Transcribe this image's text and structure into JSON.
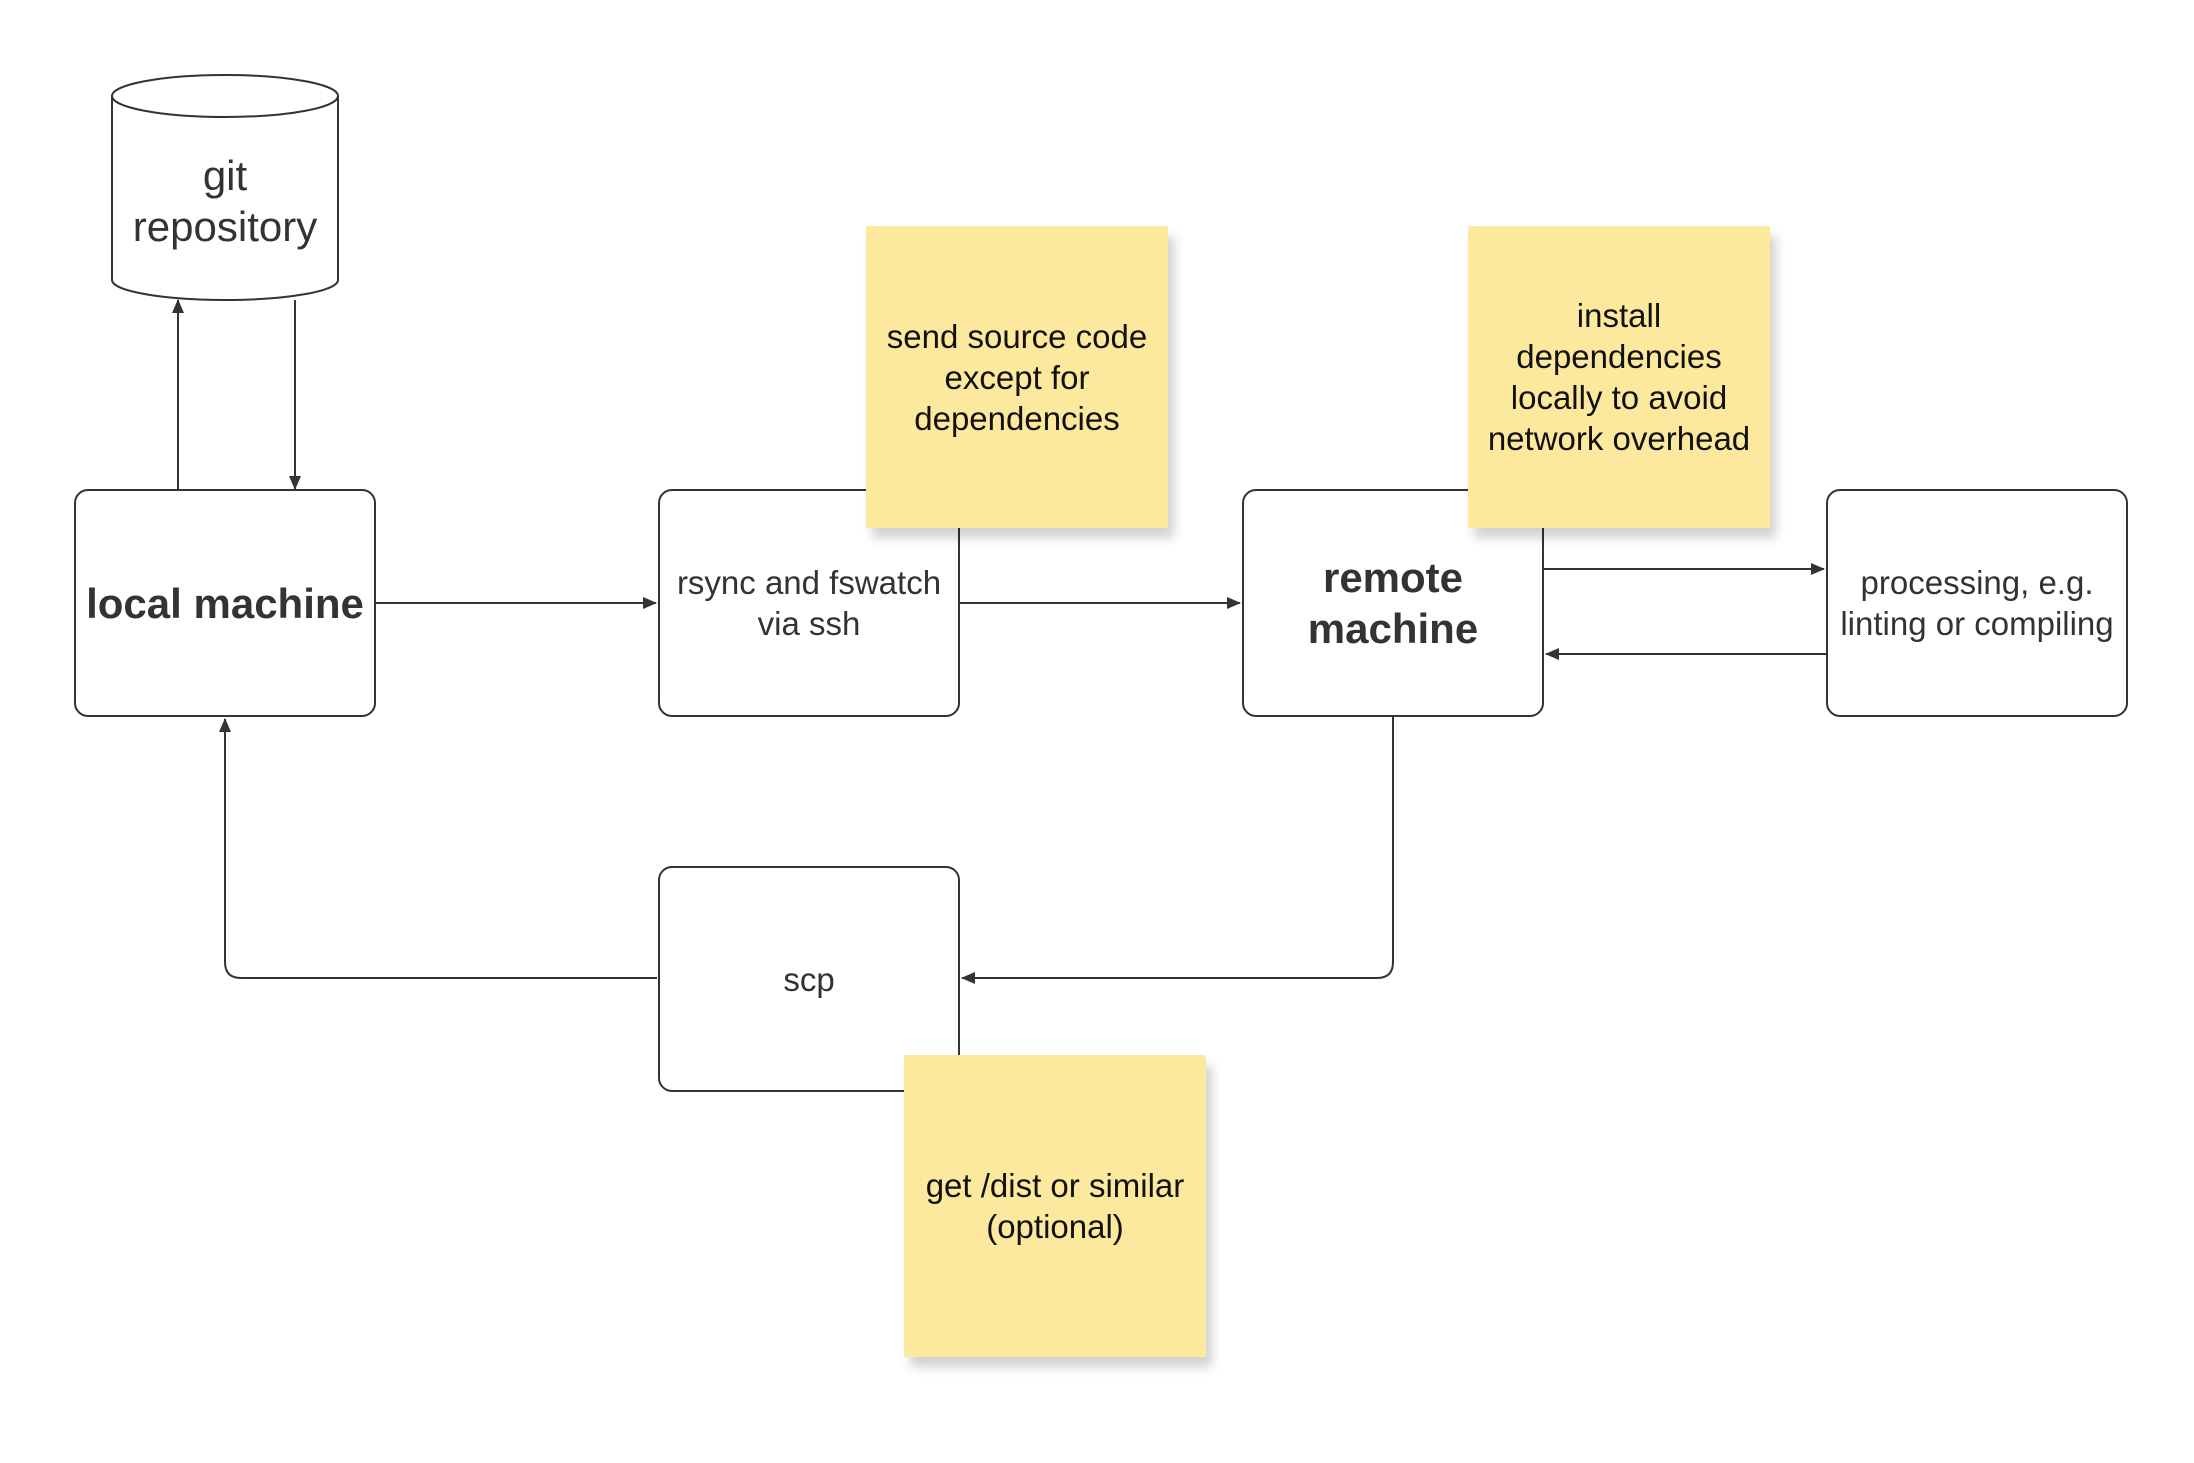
{
  "nodes": {
    "git_repository": "git\nrepository",
    "local_machine": "local machine",
    "rsync": "rsync and fswatch\nvia ssh",
    "remote_machine": "remote\nmachine",
    "processing": "processing, e.g.\nlinting or compiling",
    "scp": "scp"
  },
  "notes": {
    "send_source": "send source code\nexcept for\ndependencies",
    "install_deps": "install\ndependencies\nlocally to avoid\nnetwork overhead",
    "get_dist": "get /dist or similar\n(optional)"
  },
  "colors": {
    "line": "#333333",
    "sticky_note": "#fde99d"
  }
}
